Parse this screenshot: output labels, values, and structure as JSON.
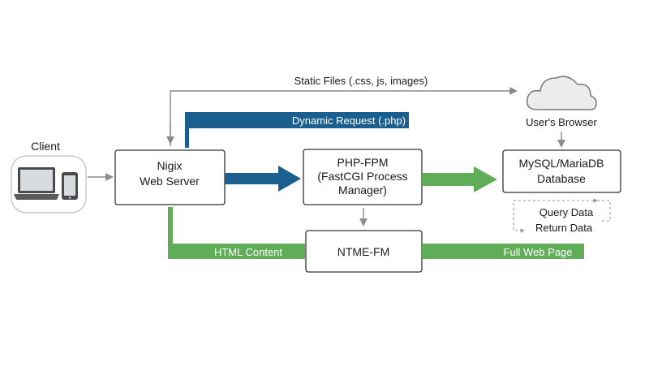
{
  "nodes": {
    "client": {
      "label": "Client"
    },
    "nginx": {
      "line1": "Nigix",
      "line2": "Web Server"
    },
    "phpfpm": {
      "line1": "PHP-FPM",
      "line2": "(FastCGI Process",
      "line3": "Manager)"
    },
    "database": {
      "line1": "MySQL/MariaDB",
      "line2": "Database"
    },
    "output": {
      "label": "NTME-FM"
    },
    "browser": {
      "label": "User's Browser"
    }
  },
  "edges": {
    "static_files": "Static Files (.css, js, images)",
    "dynamic_request": "Dynamic Request (.php)",
    "html_content": "HTML Content",
    "full_web_page": "Full Web Page",
    "query_data": "Query Data",
    "return_data": "Return Data"
  },
  "colors": {
    "blue": "#1a5f8f",
    "green": "#5fae57",
    "gray": "#8a8a8a"
  }
}
